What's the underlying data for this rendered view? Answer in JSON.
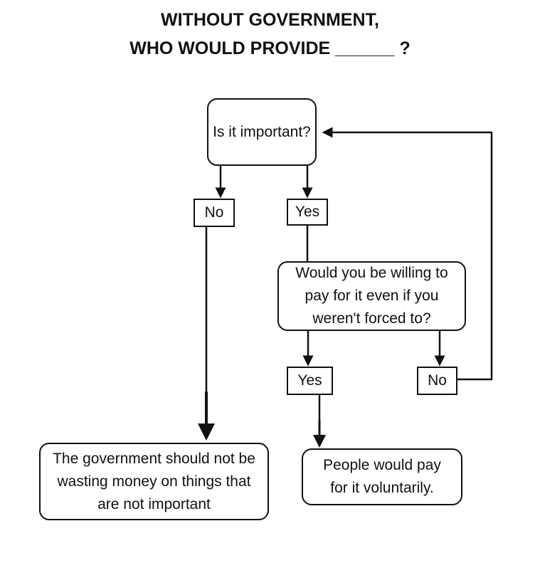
{
  "title": {
    "line1": "WITHOUT GOVERNMENT,",
    "line2": "WHO WOULD PROVIDE ______ ?"
  },
  "nodes": {
    "important": "Is it important?",
    "no1": "No",
    "yes1": "Yes",
    "willing": "Would you be willing to pay for it even if you weren't forced to?",
    "yes2": "Yes",
    "no2": "No",
    "not_important": "The government should not be wasting money on things that are not important",
    "voluntary": "People would pay for it voluntarily."
  }
}
